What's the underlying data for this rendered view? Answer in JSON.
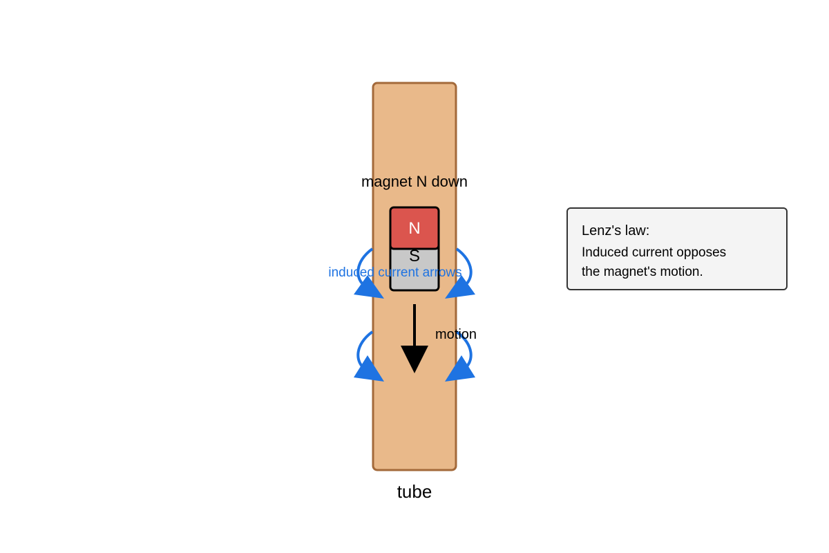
{
  "diagram": {
    "magnet_label": "magnet N down",
    "north_pole": "N",
    "south_pole": "S",
    "induced_label": "induced current arrows",
    "motion_label": "motion",
    "tube_label": "tube"
  },
  "info": {
    "title": "Lenz's law:",
    "lines": [
      "Induced current opposes",
      "the magnet's motion."
    ]
  },
  "colors": {
    "tube_fill": "#e9b98a",
    "tube_stroke": "#a3693a",
    "north_fill": "#db554e",
    "south_fill": "#c8c8c8",
    "current_arrow": "#1e73e2",
    "motion_arrow": "#000000"
  }
}
